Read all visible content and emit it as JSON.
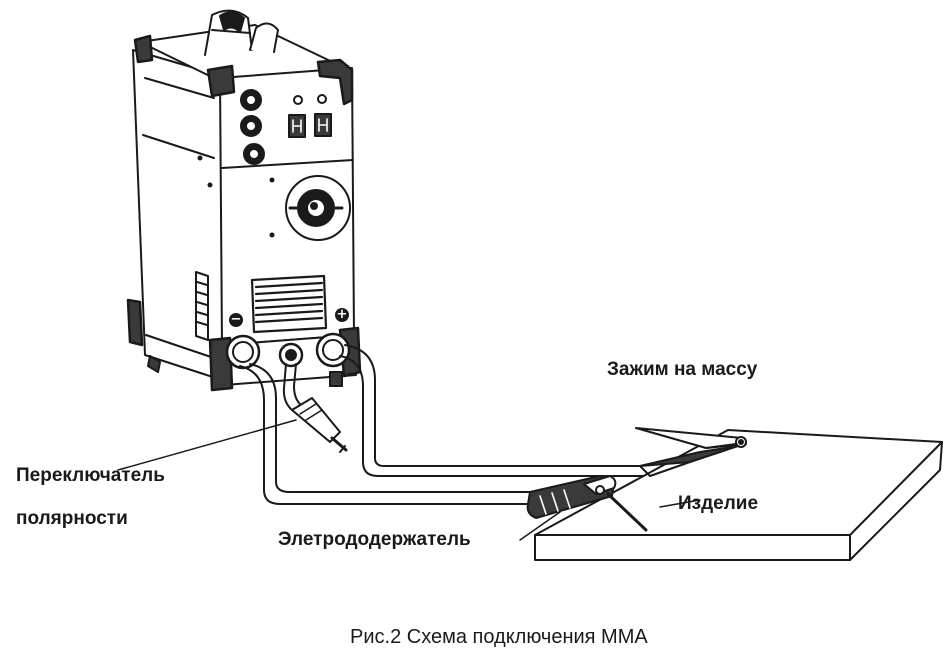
{
  "labels": {
    "ground_clamp": "Зажим на массу",
    "polarity_switch_line1": "Переключатель",
    "polarity_switch_line2": "полярности",
    "electrode_holder": "Элетрододержатель",
    "workpiece": "Изделие"
  },
  "terminals": {
    "minus": "−",
    "plus": "+"
  },
  "caption": "Рис.2 Схема подключения ММА",
  "colors": {
    "line": "#1a1a1a",
    "background": "#ffffff",
    "shade": "#3a3a3a"
  }
}
